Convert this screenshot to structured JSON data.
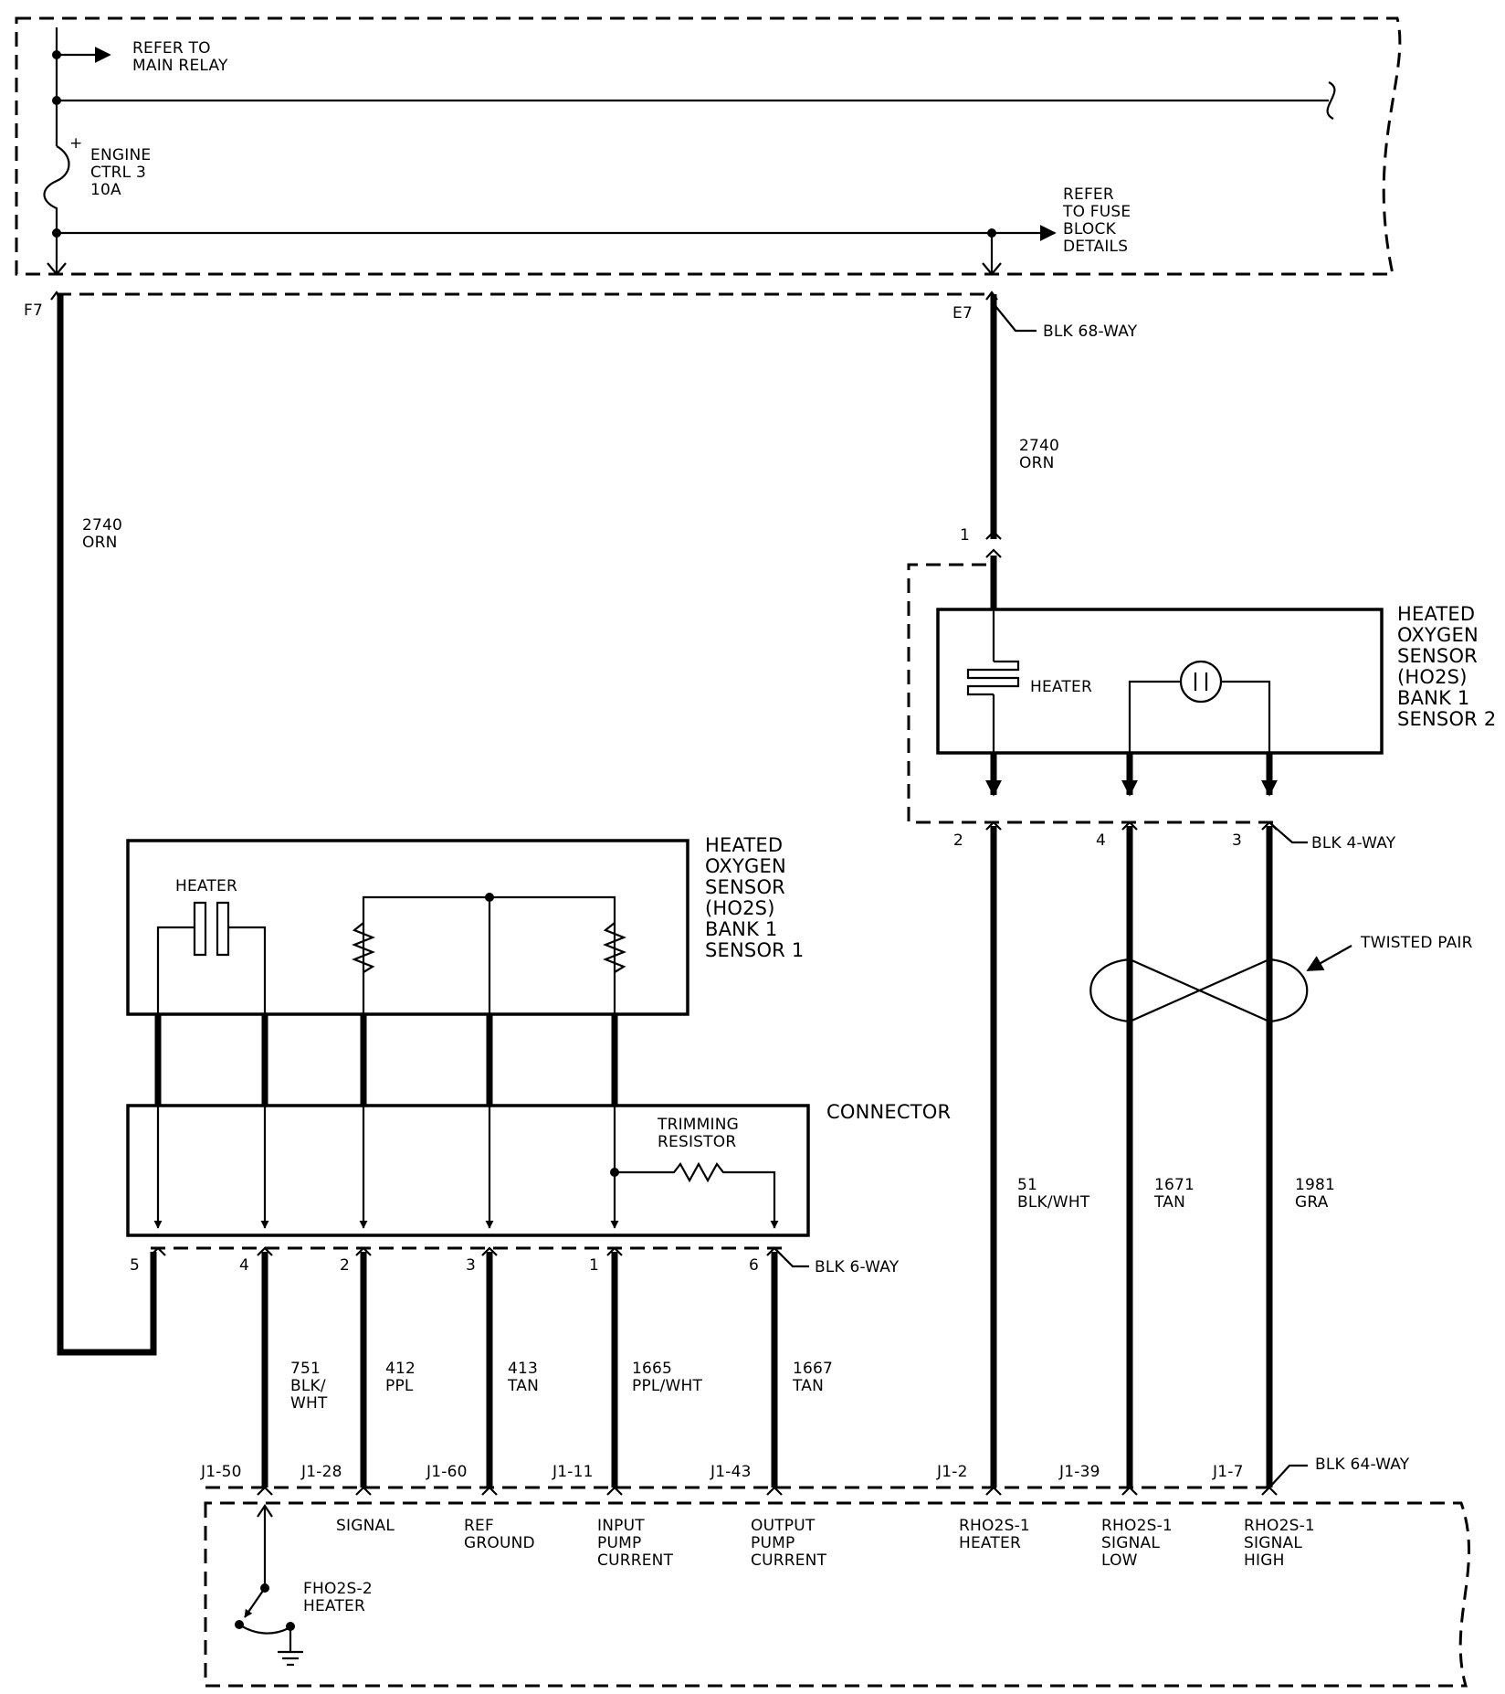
{
  "top_block": {
    "refer_main_relay": [
      "REFER TO",
      "MAIN RELAY"
    ],
    "fuse": [
      "ENGINE",
      "CTRL 3",
      "10A"
    ],
    "fuse_plus": "+",
    "refer_fuse_block": [
      "REFER",
      "TO FUSE",
      "BLOCK",
      "DETAILS"
    ]
  },
  "pins": {
    "f7": "F7",
    "e7": "E7",
    "blk_68way": "BLK 68-WAY"
  },
  "wires": {
    "left_2740": [
      "2740",
      "ORN"
    ],
    "right_2740": [
      "2740",
      "ORN"
    ],
    "w51": [
      "51",
      "BLK/WHT"
    ],
    "w1671": [
      "1671",
      "TAN"
    ],
    "w1981": [
      "1981",
      "GRA"
    ],
    "w751": [
      "751",
      "BLK/",
      "WHT"
    ],
    "w412": [
      "412",
      "PPL"
    ],
    "w413": [
      "413",
      "TAN"
    ],
    "w1665": [
      "1665",
      "PPL/WHT"
    ],
    "w1667": [
      "1667",
      "TAN"
    ]
  },
  "sensor2": {
    "pin_top": "1",
    "heater": "HEATER",
    "name": [
      "HEATED",
      "OXYGEN",
      "SENSOR",
      "(HO2S)",
      "BANK 1",
      "SENSOR 2"
    ],
    "pins_bottom": [
      "2",
      "4",
      "3"
    ],
    "connector": "BLK 4-WAY",
    "twisted_pair": "TWISTED PAIR"
  },
  "sensor1": {
    "heater": "HEATER",
    "name": [
      "HEATED",
      "OXYGEN",
      "SENSOR",
      "(HO2S)",
      "BANK 1",
      "SENSOR 1"
    ],
    "connector_label": "CONNECTOR",
    "trimming": [
      "TRIMMING",
      "RESISTOR"
    ],
    "pins": [
      "5",
      "4",
      "2",
      "3",
      "1",
      "6"
    ],
    "connector": "BLK 6-WAY"
  },
  "pcm": {
    "terminals": [
      "J1-50",
      "J1-28",
      "J1-60",
      "J1-11",
      "J1-43",
      "J1-2",
      "J1-39",
      "J1-7"
    ],
    "connector": "BLK 64-WAY",
    "signal": "SIGNAL",
    "ref_ground": [
      "REF",
      "GROUND"
    ],
    "input_pump": [
      "INPUT",
      "PUMP",
      "CURRENT"
    ],
    "output_pump": [
      "OUTPUT",
      "PUMP",
      "CURRENT"
    ],
    "rh_heater": [
      "RHO2S-1",
      "HEATER"
    ],
    "rh_low": [
      "RHO2S-1",
      "SIGNAL",
      "LOW"
    ],
    "rh_high": [
      "RHO2S-1",
      "SIGNAL",
      "HIGH"
    ],
    "fh_heater": [
      "FHO2S-2",
      "HEATER"
    ]
  }
}
